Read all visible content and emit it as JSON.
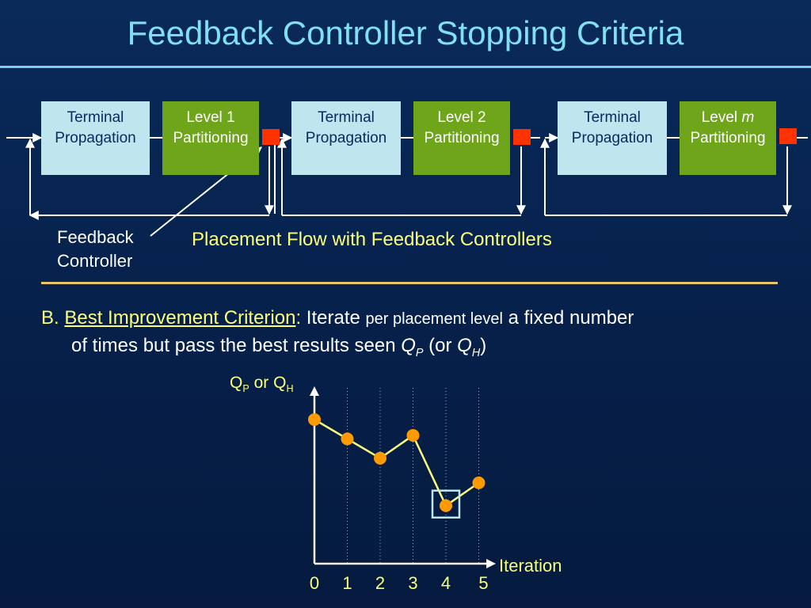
{
  "slide": {
    "title": "Feedback Controller Stopping Criteria"
  },
  "flow": {
    "blocks": [
      {
        "line1": "Terminal",
        "line2": "Propagation"
      },
      {
        "line1": "Level 1",
        "line2": "Partitioning"
      },
      {
        "line1": "Terminal",
        "line2": "Propagation"
      },
      {
        "line1": "Level 2",
        "line2": "Partitioning"
      },
      {
        "line1": "Terminal",
        "line2": "Propagation"
      },
      {
        "line1a": "Level ",
        "line1b": "m",
        "line2": "Partitioning"
      }
    ],
    "feedback_label_1": "Feedback",
    "feedback_label_2": "Controller",
    "caption": "Placement Flow with Feedback Controllers",
    "colors": {
      "terminal": "#bfe6ee",
      "level": "#6fa51a",
      "controller": "#ff3300"
    }
  },
  "criterion": {
    "prefix": "B. ",
    "name": "Best Improvement Criterion",
    "colon": ": ",
    "t1": "Iterate ",
    "t2": "per placement level",
    "t3": " a fixed number",
    "t4": "of times but pass the best results seen ",
    "qp_q": "Q",
    "qp_sub": "P",
    "t5": " (or ",
    "qh_q": "Q",
    "qh_sub": "H",
    "t6": ")"
  },
  "chart_data": {
    "type": "line",
    "ylabel_q": "Q",
    "ylabel_sub1": "P",
    "ylabel_or": " or Q",
    "ylabel_sub2": "H",
    "xlabel": "Iteration",
    "x": [
      0,
      1,
      2,
      3,
      4,
      5
    ],
    "y": [
      0.82,
      0.71,
      0.6,
      0.73,
      0.33,
      0.46
    ],
    "highlight_index": 4,
    "tick_labels": [
      "0",
      "1",
      "2",
      "3",
      "4",
      "5"
    ],
    "grid": true,
    "colors": {
      "line": "#fbff7a",
      "marker": "#ff9a00",
      "highlight": "#bfe6ee"
    }
  }
}
